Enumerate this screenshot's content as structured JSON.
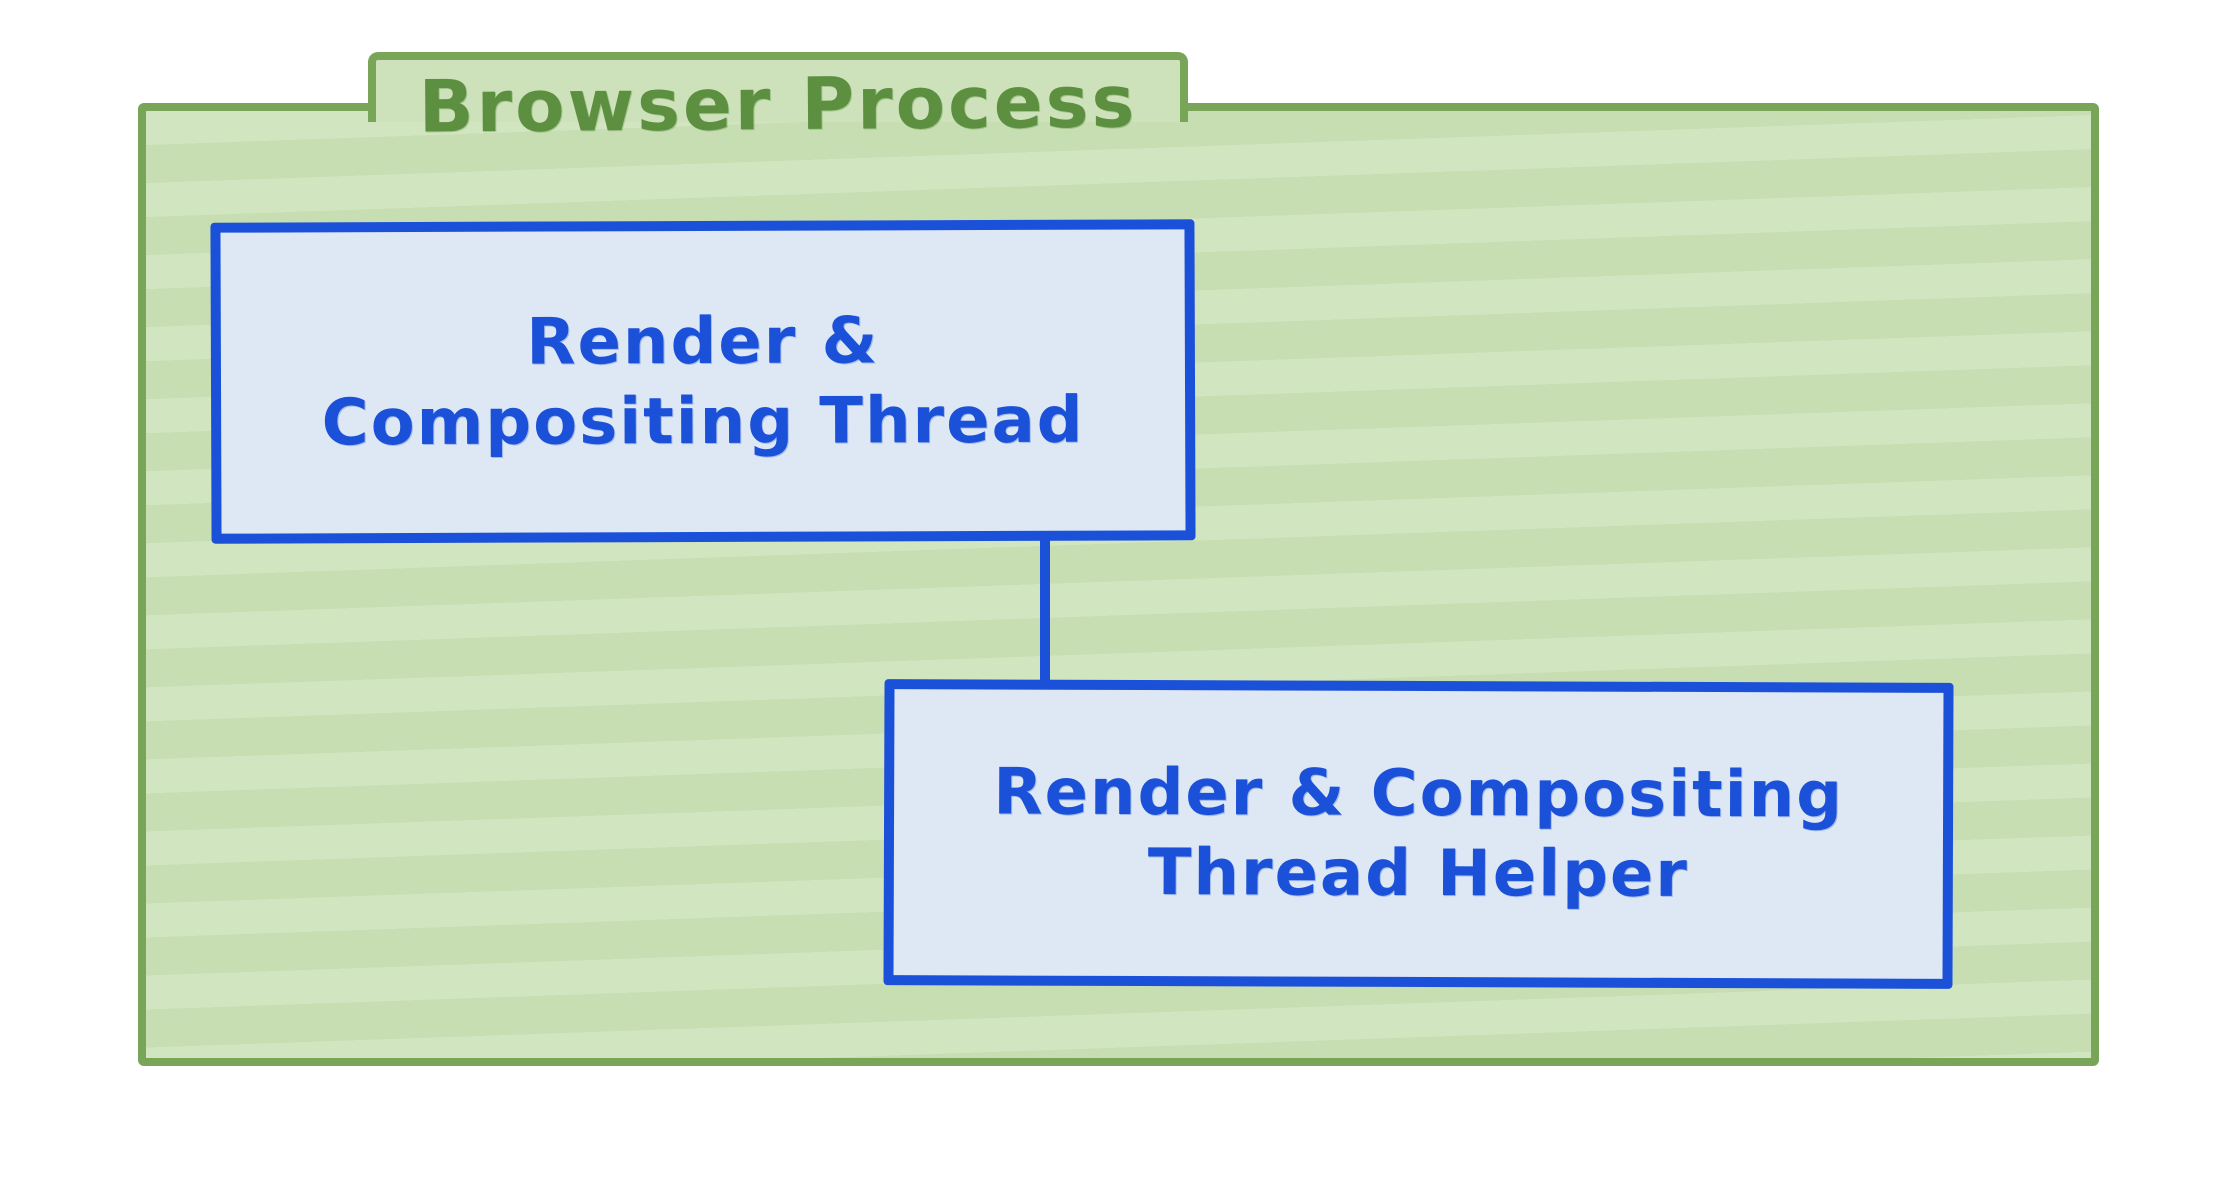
{
  "diagram": {
    "type": "process-diagram",
    "container": {
      "label": "Browser Process",
      "fill_color": "#cde2ba",
      "border_color": "#79a558",
      "label_color": "#5c9040"
    },
    "nodes": [
      {
        "id": "render-compositing-thread",
        "label": "Render & Compositing Thread"
      },
      {
        "id": "render-compositing-thread-helper",
        "label": "Render & Compositing Thread Helper"
      }
    ],
    "node_style": {
      "fill_color": "#dde8f4",
      "border_color": "#1b50d8",
      "text_color": "#1b50d8"
    },
    "connectors": [
      {
        "from": "render-compositing-thread",
        "to": "render-compositing-thread-helper",
        "color": "#1b50d8",
        "style": "vertical-line"
      }
    ]
  }
}
